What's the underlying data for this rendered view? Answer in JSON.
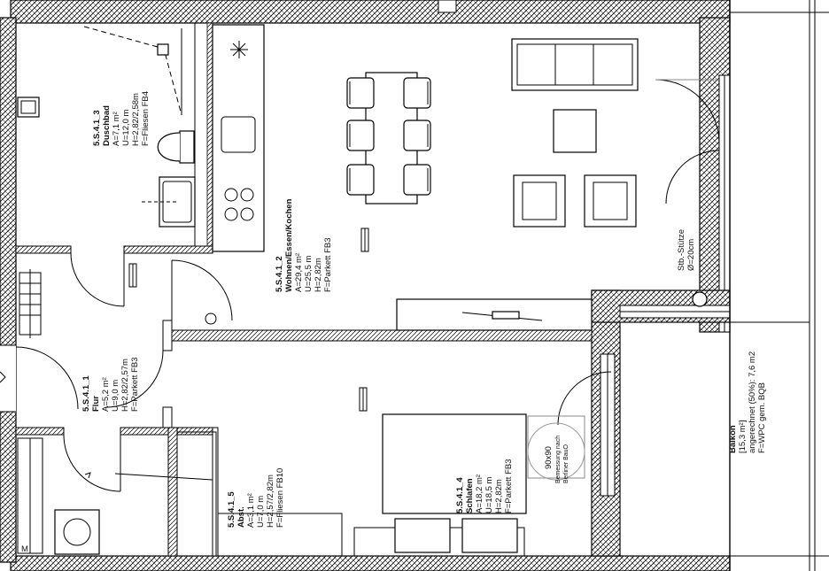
{
  "rooms": {
    "dusch": {
      "id": "5.S.4.1_3",
      "name": "Duschbad",
      "area": "A=7,1 m²",
      "perimeter": "U=12,0 m",
      "height": "H=2,82/2,58m",
      "floor": "F=Fliesen FB4"
    },
    "wohnen": {
      "id": "5.S.4.1_2",
      "name": "Wohnen/Essen/Kochen",
      "area": "A=29,4 m²",
      "perimeter": "U=25,5 m",
      "height": "H=2,82m",
      "floor": "F=Parkett FB3"
    },
    "flur": {
      "id": "5.S.4.1_1",
      "name": "Flur",
      "area": "A=5,2 m²",
      "perimeter": "U=9,0 m",
      "height": "H=2,82/2,57m",
      "floor": "F=Parkett FB3"
    },
    "abst": {
      "id": "5.S.4.1_5",
      "name": "Abst.",
      "area": "A=3,1 m²",
      "perimeter": "U=7,0 m",
      "height": "H=2,57/2,82m",
      "floor": "F=Fliesen FB10"
    },
    "schlafen": {
      "id": "5.S.4.1_4",
      "name": "Schlafen",
      "area": "A=18,2 m²",
      "perimeter": "U=18,5 m",
      "height": "H=2,82m",
      "floor": "F=Parkett FB3"
    },
    "balkon": {
      "name": "Balkon",
      "area": "[15,3 m²]",
      "counted": "angerechnet (50%): 7,6 m2",
      "floor": "F=WPC gem. BQB"
    }
  },
  "annotations": {
    "column_title": "Stb.-Stütze",
    "column_dim": "Ø=20cm",
    "bed_clearance": "90x90",
    "bed_clearance_note_1": "Bemessung nach",
    "bed_clearance_note_2": "Berliner BauO",
    "meter_label": "M"
  }
}
